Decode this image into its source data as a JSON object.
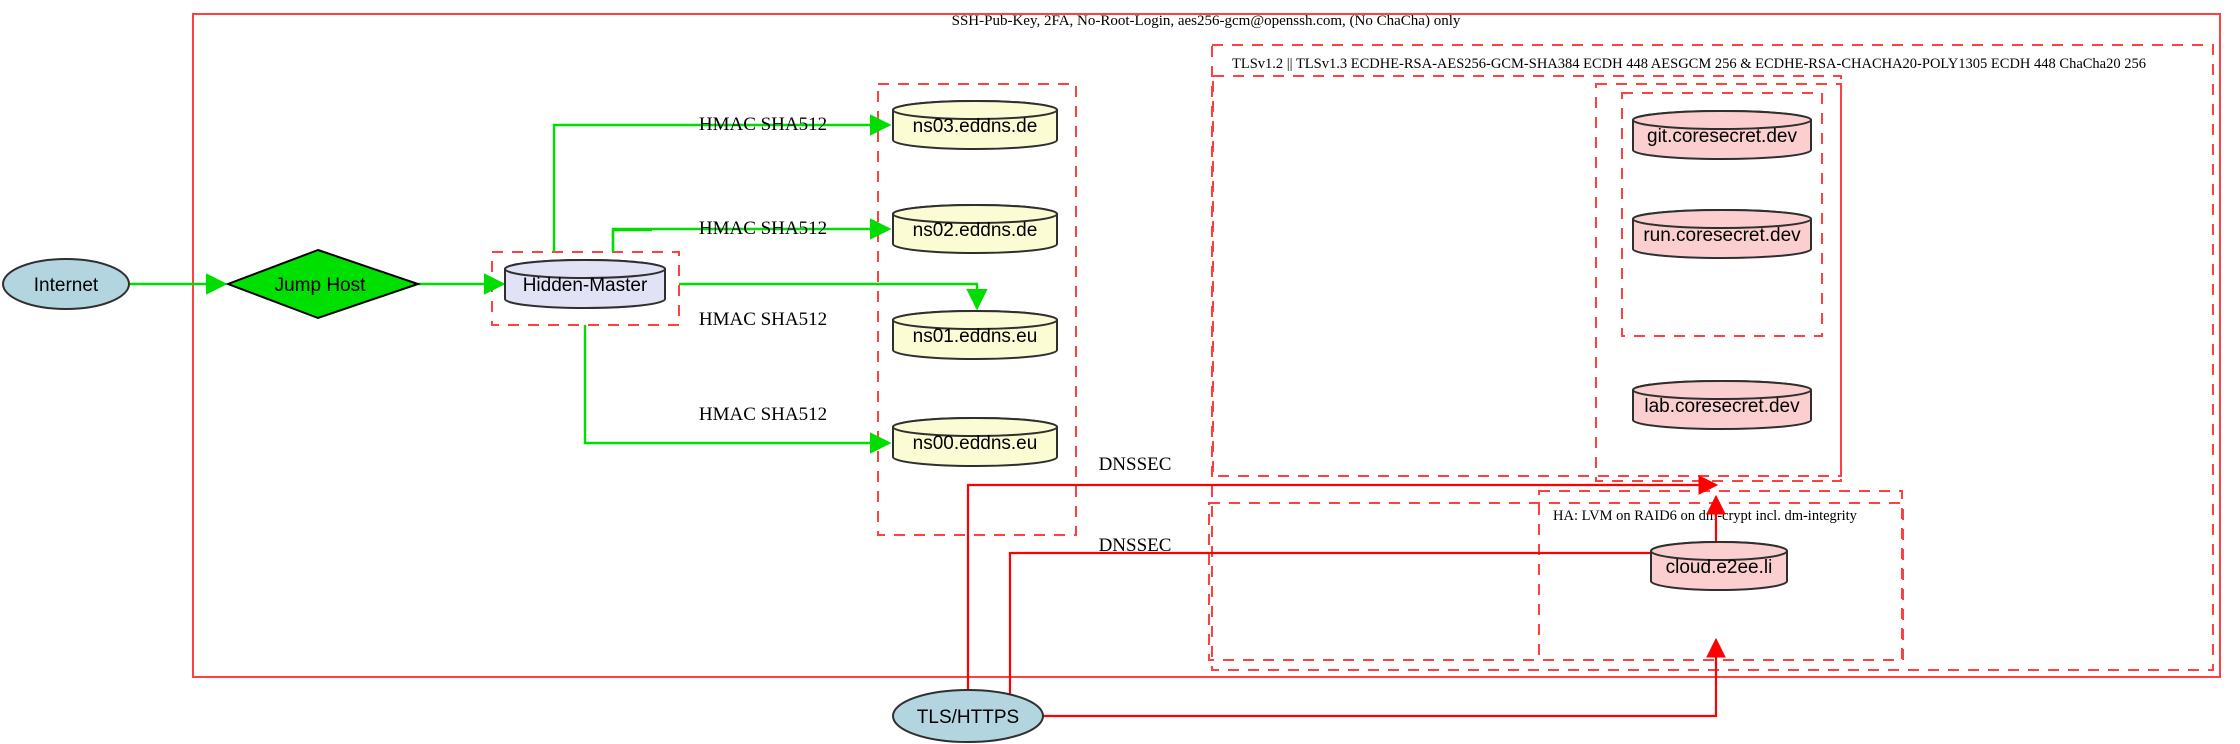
{
  "diagram": {
    "title_clusters": {
      "outer_ssh": "SSH-Pub-Key, 2FA, No-Root-Login, aes256-gcm@openssh.com, (No ChaCha) only",
      "tls": "TLSv1.2 || TLSv1.3 ECDHE-RSA-AES256-GCM-SHA384 ECDH 448 AESGCM 256 & ECDHE-RSA-CHACHA20-POLY1305 ECDH 448 ChaCha20 256",
      "ha": "HA: LVM on RAID6 on dm-crypt incl. dm-integrity"
    },
    "nodes": {
      "internet": "Internet",
      "jump_host": "Jump Host",
      "hidden_master": "Hidden-Master",
      "ns03": "ns03.eddns.de",
      "ns02": "ns02.eddns.de",
      "ns01": "ns01.eddns.eu",
      "ns00": "ns00.eddns.eu",
      "git": "git.coresecret.dev",
      "run": "run.coresecret.dev",
      "lab": "lab.coresecret.dev",
      "cloud": "cloud.e2ee.li",
      "tls_https": "TLS/HTTPS"
    },
    "edge_labels": {
      "hmac_ns03": "HMAC SHA512",
      "hmac_ns02": "HMAC SHA512",
      "hmac_ns01": "HMAC SHA512",
      "hmac_ns00": "HMAC SHA512",
      "dnssec_1": "DNSSEC",
      "dnssec_2": "DNSSEC"
    },
    "colors": {
      "cluster_border": "#ff4040",
      "edge_green": "#00dd00",
      "edge_red": "#ff0000",
      "internet_fill": "#b3d5e0",
      "jump_fill": "#00e000",
      "master_fill": "#e2e2f7",
      "dns_fill": "#fbfbd4",
      "web_fill": "#fbcfcf",
      "node_stroke": "#2f2f2f"
    }
  }
}
